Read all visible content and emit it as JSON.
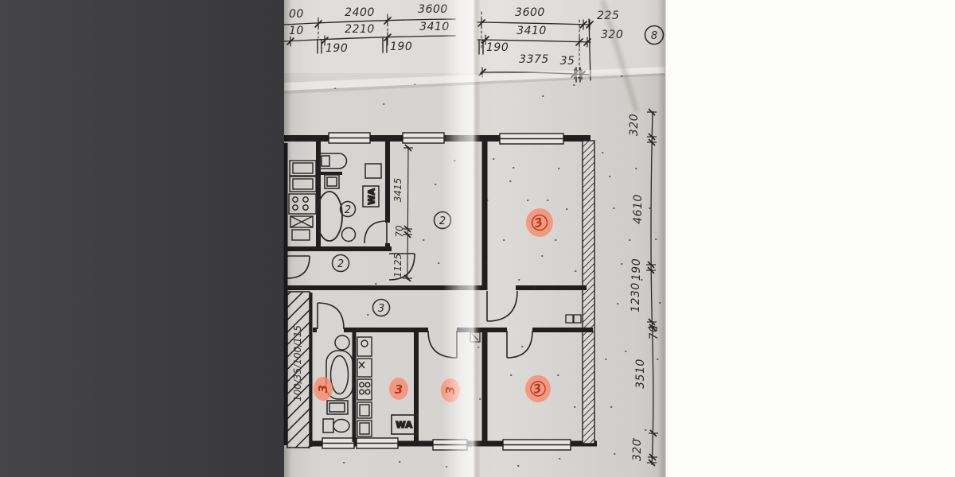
{
  "palette": {
    "backdrop_left": "#3d3d3f",
    "backdrop_right": "#fdfdfc",
    "paper": "#d6d4d0",
    "ink": "#242424",
    "highlight": "#fb8a6c",
    "highlight_ink": "#a83a22"
  },
  "sheet": {
    "number": "8"
  },
  "top_dims": {
    "row1": [
      "00",
      "2400",
      "3600",
      "3600",
      "225"
    ],
    "row2": [
      "10",
      "2210",
      "3410",
      "3410",
      "320"
    ],
    "row3_190s": [
      "190",
      "190",
      "190"
    ],
    "row3": [
      "3375",
      "35"
    ]
  },
  "right_dims": [
    "320",
    "4610",
    "190",
    "1230",
    "70",
    "3510",
    "320"
  ],
  "inner_dims": [
    "3415",
    "70",
    "1125"
  ],
  "stair_wall_label": "100/35/100/115",
  "room_circles": {
    "bath_upper": "2",
    "hall_upper": "2",
    "living_upper": "2",
    "corridor": "3"
  },
  "appliance_labels": {
    "wa_upper": "WA",
    "wa_lower": "WA"
  },
  "highlight_markers": [
    "3",
    "3",
    "3",
    "3",
    "3"
  ]
}
